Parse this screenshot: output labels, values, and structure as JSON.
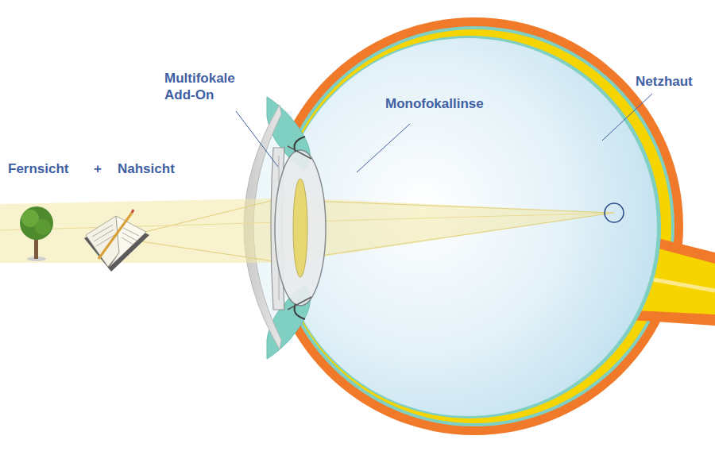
{
  "diagram": {
    "labels": [
      "Multifokale Add-On",
      "Monofokallinse",
      "Netzhaut",
      "Fernsicht",
      "+",
      "Nahsicht"
    ]
  }
}
